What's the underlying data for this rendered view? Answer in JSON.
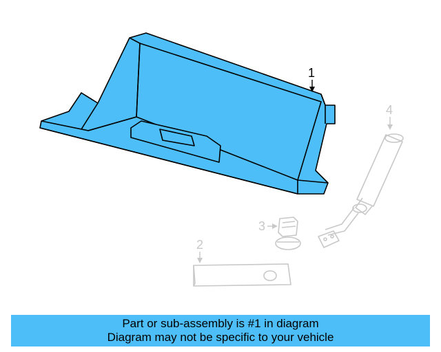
{
  "colors": {
    "highlight": "#4DBEF7",
    "part_outline": "#000000",
    "ghost_outline": "#C8C8C8",
    "banner_background": "#4DBEF7"
  },
  "callouts": {
    "part1": "1",
    "part2": "2",
    "part3": "3",
    "part4": "4"
  },
  "banner": {
    "line1": "Part or sub-assembly is #1 in diagram",
    "line2": "Diagram may not be specific to your vehicle"
  }
}
